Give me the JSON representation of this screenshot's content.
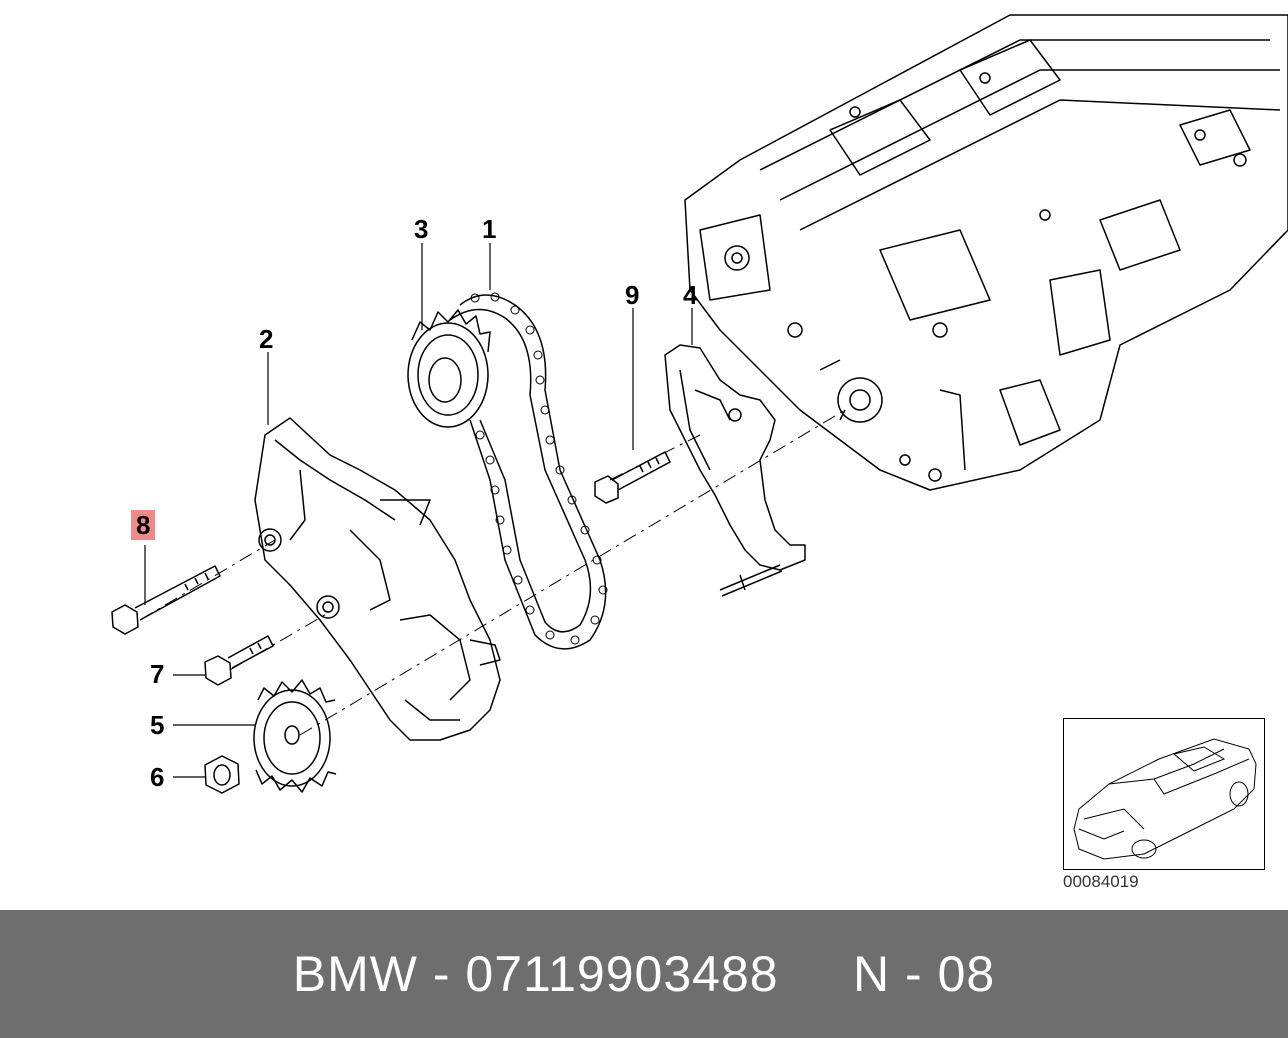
{
  "callouts": {
    "c1": "1",
    "c2": "2",
    "c3": "3",
    "c4": "4",
    "c5": "5",
    "c6": "6",
    "c7": "7",
    "c8": "8",
    "c9": "9"
  },
  "highlighted_callout": "8",
  "highlight_color": "#f08a8a",
  "reference_code": "00084019",
  "footer": {
    "brand": "BMW",
    "part_number": "07119903488",
    "position": "N - 08",
    "text": "BMW - 07119903488     N - 08",
    "background": "#6e6e6e"
  }
}
